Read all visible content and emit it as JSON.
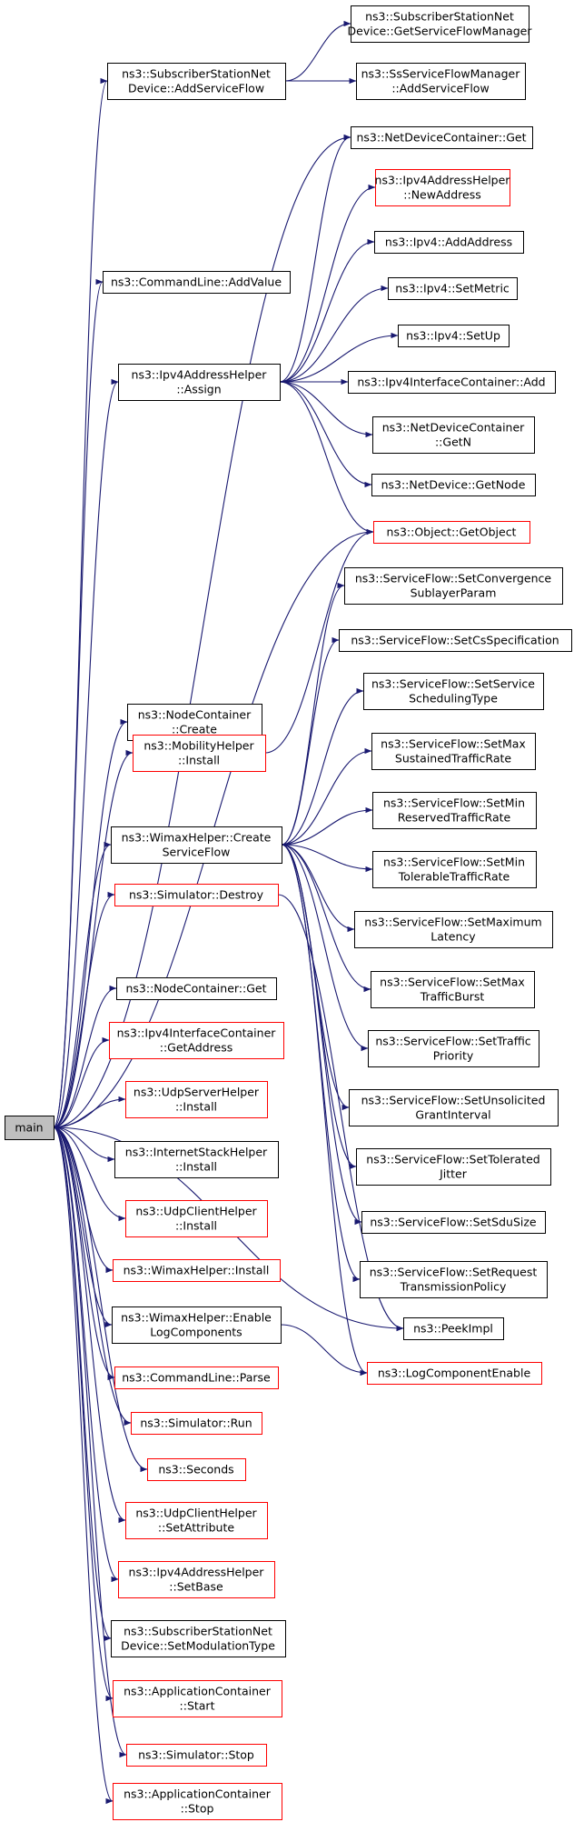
{
  "colors": {
    "edge": "#191970",
    "border_normal": "#000000",
    "border_link_missing": "#ff0000",
    "root_fill": "#bfbfbf",
    "node_fill": "#ffffff"
  },
  "nodes": [
    {
      "id": "main",
      "lines": [
        "main"
      ],
      "style": "root"
    },
    {
      "id": "ss-add-service-flow",
      "lines": [
        "ns3::SubscriberStationNet",
        "Device::AddServiceFlow"
      ],
      "style": "normal"
    },
    {
      "id": "ss-get-sfm",
      "lines": [
        "ns3::SubscriberStationNet",
        "Device::GetServiceFlowManager"
      ],
      "style": "normal"
    },
    {
      "id": "sfm-add-service-flow",
      "lines": [
        "ns3::SsServiceFlowManager",
        "::AddServiceFlow"
      ],
      "style": "normal"
    },
    {
      "id": "ndc-get",
      "lines": [
        "ns3::NetDeviceContainer::Get"
      ],
      "style": "normal"
    },
    {
      "id": "ipv4-new-address",
      "lines": [
        "ns3::Ipv4AddressHelper",
        "::NewAddress"
      ],
      "style": "red"
    },
    {
      "id": "ipv4-add-address",
      "lines": [
        "ns3::Ipv4::AddAddress"
      ],
      "style": "normal"
    },
    {
      "id": "cmd-add-value",
      "lines": [
        "ns3::CommandLine::AddValue"
      ],
      "style": "normal"
    },
    {
      "id": "ipv4-set-metric",
      "lines": [
        "ns3::Ipv4::SetMetric"
      ],
      "style": "normal"
    },
    {
      "id": "ipv4-set-up",
      "lines": [
        "ns3::Ipv4::SetUp"
      ],
      "style": "normal"
    },
    {
      "id": "ipv4-assign",
      "lines": [
        "ns3::Ipv4AddressHelper",
        "::Assign"
      ],
      "style": "normal"
    },
    {
      "id": "ipv4ic-add",
      "lines": [
        "ns3::Ipv4InterfaceContainer::Add"
      ],
      "style": "normal"
    },
    {
      "id": "ndc-getn",
      "lines": [
        "ns3::NetDeviceContainer",
        "::GetN"
      ],
      "style": "normal"
    },
    {
      "id": "nd-get-node",
      "lines": [
        "ns3::NetDevice::GetNode"
      ],
      "style": "normal"
    },
    {
      "id": "object-get-object",
      "lines": [
        "ns3::Object::GetObject"
      ],
      "style": "red"
    },
    {
      "id": "sf-set-conv",
      "lines": [
        "ns3::ServiceFlow::SetConvergence",
        "SublayerParam"
      ],
      "style": "normal"
    },
    {
      "id": "sf-set-cs",
      "lines": [
        "ns3::ServiceFlow::SetCsSpecification"
      ],
      "style": "normal"
    },
    {
      "id": "sf-set-sched",
      "lines": [
        "ns3::ServiceFlow::SetService",
        "SchedulingType"
      ],
      "style": "normal"
    },
    {
      "id": "nc-create",
      "lines": [
        "ns3::NodeContainer",
        "::Create"
      ],
      "style": "normal"
    },
    {
      "id": "sf-set-max-sustained",
      "lines": [
        "ns3::ServiceFlow::SetMax",
        "SustainedTrafficRate"
      ],
      "style": "normal"
    },
    {
      "id": "mobility-install",
      "lines": [
        "ns3::MobilityHelper",
        "::Install"
      ],
      "style": "red"
    },
    {
      "id": "sf-set-min-reserved",
      "lines": [
        "ns3::ServiceFlow::SetMin",
        "ReservedTrafficRate"
      ],
      "style": "normal"
    },
    {
      "id": "wimax-create-sf",
      "lines": [
        "ns3::WimaxHelper::Create",
        "ServiceFlow"
      ],
      "style": "normal"
    },
    {
      "id": "sf-set-min-tolerable",
      "lines": [
        "ns3::ServiceFlow::SetMin",
        "TolerableTrafficRate"
      ],
      "style": "normal"
    },
    {
      "id": "sim-destroy",
      "lines": [
        "ns3::Simulator::Destroy"
      ],
      "style": "red"
    },
    {
      "id": "sf-set-max-latency",
      "lines": [
        "ns3::ServiceFlow::SetMaximum",
        "Latency"
      ],
      "style": "normal"
    },
    {
      "id": "nc-get",
      "lines": [
        "ns3::NodeContainer::Get"
      ],
      "style": "normal"
    },
    {
      "id": "sf-set-max-burst",
      "lines": [
        "ns3::ServiceFlow::SetMax",
        "TrafficBurst"
      ],
      "style": "normal"
    },
    {
      "id": "ipv4ic-get-address",
      "lines": [
        "ns3::Ipv4InterfaceContainer",
        "::GetAddress"
      ],
      "style": "red"
    },
    {
      "id": "sf-set-priority",
      "lines": [
        "ns3::ServiceFlow::SetTraffic",
        "Priority"
      ],
      "style": "normal"
    },
    {
      "id": "udp-server-install",
      "lines": [
        "ns3::UdpServerHelper",
        "::Install"
      ],
      "style": "red"
    },
    {
      "id": "sf-set-unsolicited",
      "lines": [
        "ns3::ServiceFlow::SetUnsolicited",
        "GrantInterval"
      ],
      "style": "normal"
    },
    {
      "id": "internet-install",
      "lines": [
        "ns3::InternetStackHelper",
        "::Install"
      ],
      "style": "normal"
    },
    {
      "id": "sf-set-jitter",
      "lines": [
        "ns3::ServiceFlow::SetTolerated",
        "Jitter"
      ],
      "style": "normal"
    },
    {
      "id": "udp-client-install",
      "lines": [
        "ns3::UdpClientHelper",
        "::Install"
      ],
      "style": "red"
    },
    {
      "id": "sf-set-sdu",
      "lines": [
        "ns3::ServiceFlow::SetSduSize"
      ],
      "style": "normal"
    },
    {
      "id": "wimax-install",
      "lines": [
        "ns3::WimaxHelper::Install"
      ],
      "style": "red"
    },
    {
      "id": "sf-set-request",
      "lines": [
        "ns3::ServiceFlow::SetRequest",
        "TransmissionPolicy"
      ],
      "style": "normal"
    },
    {
      "id": "peek-impl",
      "lines": [
        "ns3::PeekImpl"
      ],
      "style": "normal"
    },
    {
      "id": "wimax-enable-log",
      "lines": [
        "ns3::WimaxHelper::Enable",
        "LogComponents"
      ],
      "style": "normal"
    },
    {
      "id": "log-enable",
      "lines": [
        "ns3::LogComponentEnable"
      ],
      "style": "red"
    },
    {
      "id": "cmd-parse",
      "lines": [
        "ns3::CommandLine::Parse"
      ],
      "style": "red"
    },
    {
      "id": "sim-run",
      "lines": [
        "ns3::Simulator::Run"
      ],
      "style": "red"
    },
    {
      "id": "seconds",
      "lines": [
        "ns3::Seconds"
      ],
      "style": "red"
    },
    {
      "id": "udp-client-set-attr",
      "lines": [
        "ns3::UdpClientHelper",
        "::SetAttribute"
      ],
      "style": "red"
    },
    {
      "id": "ipv4-set-base",
      "lines": [
        "ns3::Ipv4AddressHelper",
        "::SetBase"
      ],
      "style": "red"
    },
    {
      "id": "ss-set-modulation",
      "lines": [
        "ns3::SubscriberStationNet",
        "Device::SetModulationType"
      ],
      "style": "normal"
    },
    {
      "id": "app-start",
      "lines": [
        "ns3::ApplicationContainer",
        "::Start"
      ],
      "style": "red"
    },
    {
      "id": "sim-stop",
      "lines": [
        "ns3::Simulator::Stop"
      ],
      "style": "red"
    },
    {
      "id": "app-stop",
      "lines": [
        "ns3::ApplicationContainer",
        "::Stop"
      ],
      "style": "red"
    }
  ],
  "edges": [
    [
      "main",
      "ss-add-service-flow"
    ],
    [
      "main",
      "cmd-add-value"
    ],
    [
      "main",
      "ipv4-assign"
    ],
    [
      "main",
      "ndc-get"
    ],
    [
      "main",
      "object-get-object"
    ],
    [
      "main",
      "nc-create"
    ],
    [
      "main",
      "mobility-install"
    ],
    [
      "main",
      "wimax-create-sf"
    ],
    [
      "main",
      "sim-destroy"
    ],
    [
      "main",
      "peek-impl"
    ],
    [
      "main",
      "nc-get"
    ],
    [
      "main",
      "ipv4ic-get-address"
    ],
    [
      "main",
      "udp-server-install"
    ],
    [
      "main",
      "internet-install"
    ],
    [
      "main",
      "udp-client-install"
    ],
    [
      "main",
      "wimax-install"
    ],
    [
      "main",
      "wimax-enable-log"
    ],
    [
      "main",
      "cmd-parse"
    ],
    [
      "main",
      "sim-run"
    ],
    [
      "main",
      "seconds"
    ],
    [
      "main",
      "udp-client-set-attr"
    ],
    [
      "main",
      "ipv4-set-base"
    ],
    [
      "main",
      "ss-set-modulation"
    ],
    [
      "main",
      "app-start"
    ],
    [
      "main",
      "sim-stop"
    ],
    [
      "main",
      "app-stop"
    ],
    [
      "ss-add-service-flow",
      "ss-get-sfm"
    ],
    [
      "ss-add-service-flow",
      "sfm-add-service-flow"
    ],
    [
      "ipv4-assign",
      "ndc-get"
    ],
    [
      "ipv4-assign",
      "ipv4-new-address"
    ],
    [
      "ipv4-assign",
      "ipv4-add-address"
    ],
    [
      "ipv4-assign",
      "ipv4-set-metric"
    ],
    [
      "ipv4-assign",
      "ipv4-set-up"
    ],
    [
      "ipv4-assign",
      "ipv4ic-add"
    ],
    [
      "ipv4-assign",
      "ndc-getn"
    ],
    [
      "ipv4-assign",
      "nd-get-node"
    ],
    [
      "ipv4-assign",
      "object-get-object"
    ],
    [
      "mobility-install",
      "object-get-object"
    ],
    [
      "wimax-create-sf",
      "sf-set-conv"
    ],
    [
      "wimax-create-sf",
      "sf-set-cs"
    ],
    [
      "wimax-create-sf",
      "sf-set-sched"
    ],
    [
      "wimax-create-sf",
      "sf-set-max-sustained"
    ],
    [
      "wimax-create-sf",
      "sf-set-min-reserved"
    ],
    [
      "wimax-create-sf",
      "sf-set-min-tolerable"
    ],
    [
      "wimax-create-sf",
      "sf-set-max-latency"
    ],
    [
      "wimax-create-sf",
      "sf-set-max-burst"
    ],
    [
      "wimax-create-sf",
      "sf-set-priority"
    ],
    [
      "wimax-create-sf",
      "sf-set-unsolicited"
    ],
    [
      "wimax-create-sf",
      "sf-set-jitter"
    ],
    [
      "wimax-create-sf",
      "sf-set-sdu"
    ],
    [
      "wimax-create-sf",
      "sf-set-request"
    ],
    [
      "wimax-create-sf",
      "log-enable"
    ],
    [
      "sim-destroy",
      "peek-impl"
    ],
    [
      "wimax-enable-log",
      "log-enable"
    ]
  ]
}
